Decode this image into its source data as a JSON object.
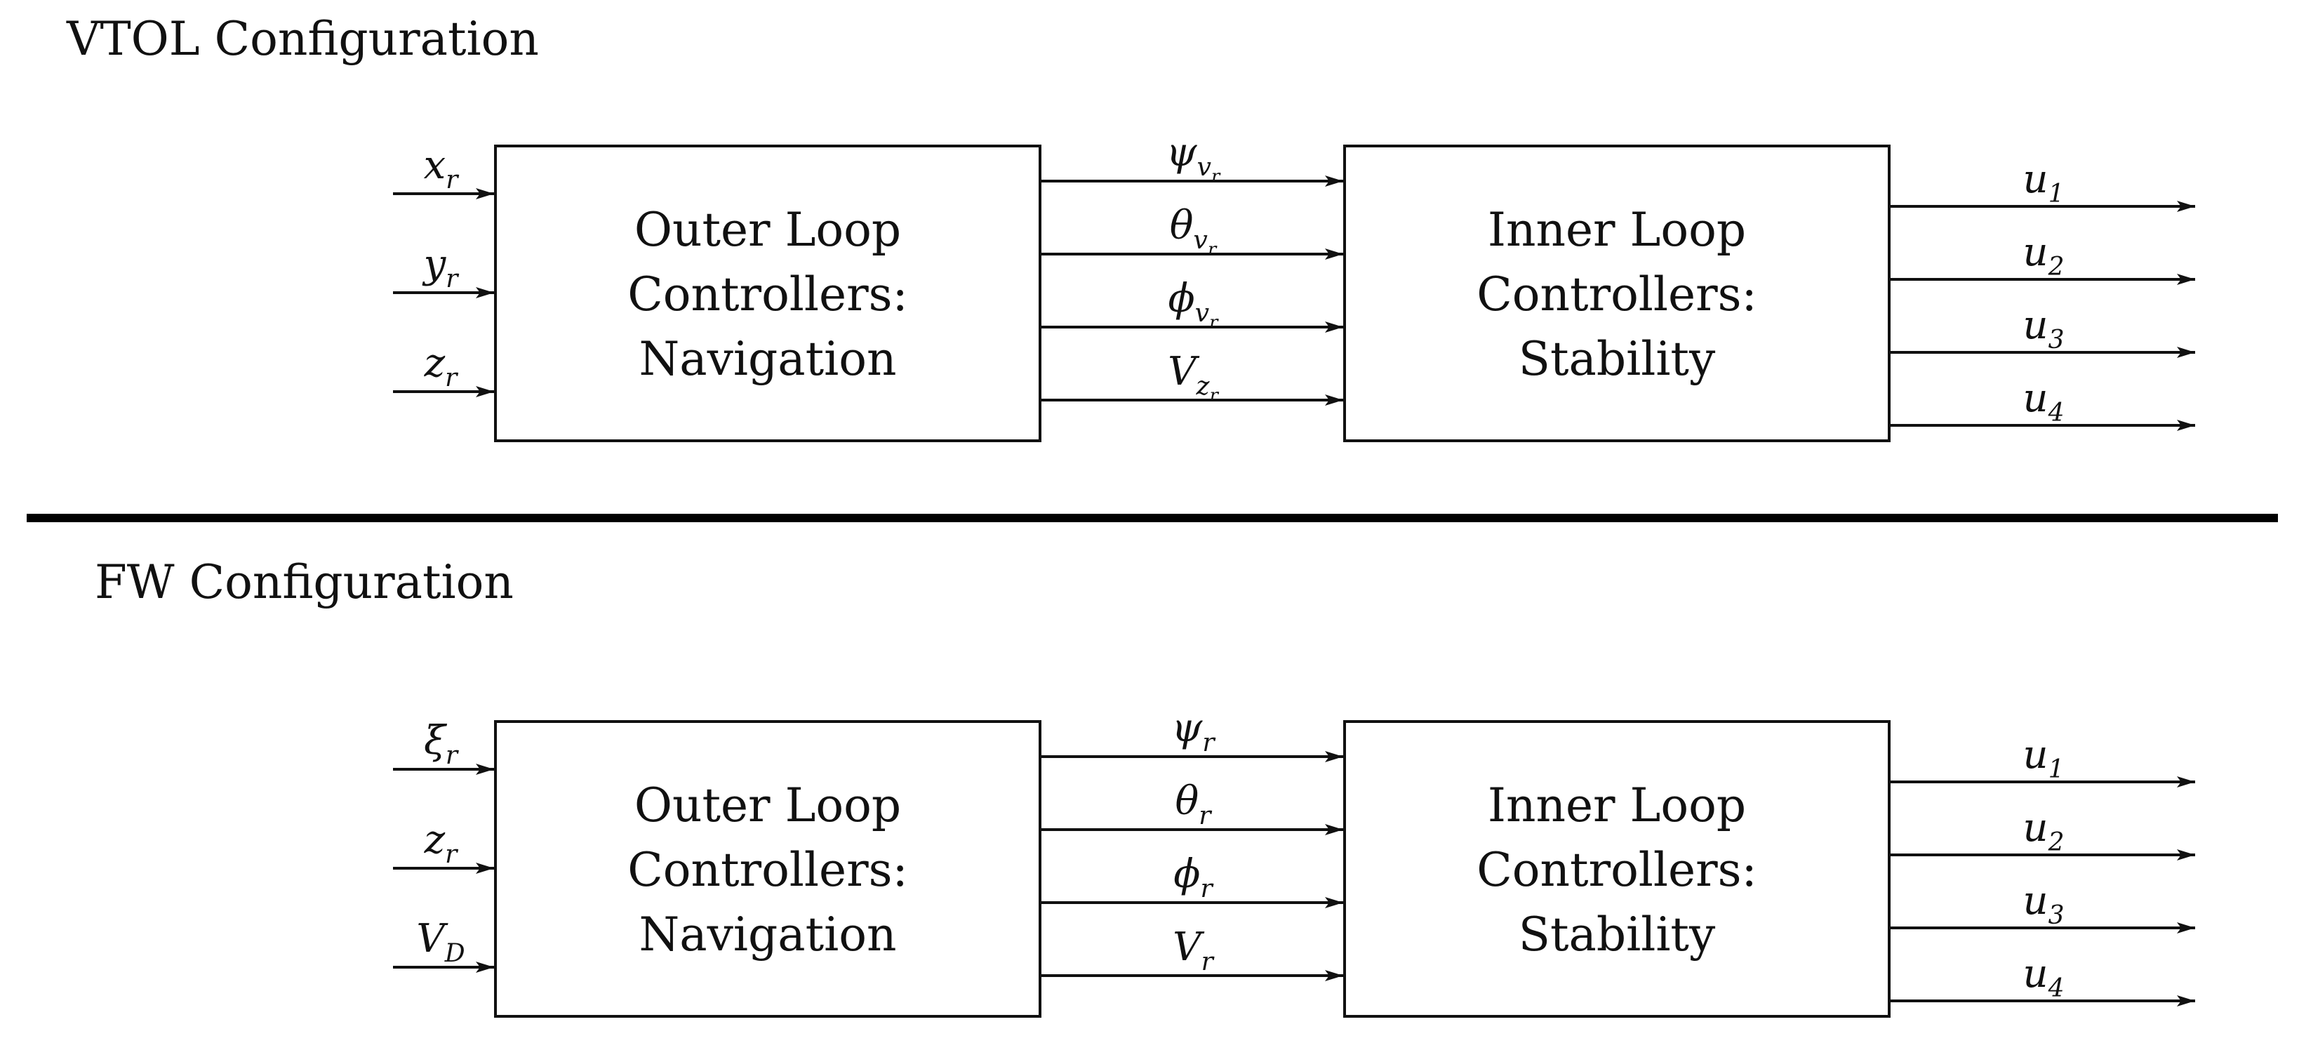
{
  "sections": [
    {
      "title": "VTOL Configuration",
      "outer_box": [
        "Outer Loop",
        "Controllers:",
        "Navigation"
      ],
      "inner_box": [
        "Inner Loop",
        "Controllers:",
        "Stability"
      ],
      "inputs": [
        {
          "base": "x",
          "sub": "r"
        },
        {
          "base": "y",
          "sub": "r"
        },
        {
          "base": "z",
          "sub": "r"
        }
      ],
      "middle": [
        {
          "base": "ψ",
          "sub": "v",
          "subsub": "r"
        },
        {
          "base": "θ",
          "sub": "v",
          "subsub": "r"
        },
        {
          "base": "ϕ",
          "sub": "v",
          "subsub": "r"
        },
        {
          "base": "V",
          "sub": "z",
          "subsub": "r"
        }
      ],
      "outputs": [
        {
          "base": "u",
          "sub": "1"
        },
        {
          "base": "u",
          "sub": "2"
        },
        {
          "base": "u",
          "sub": "3"
        },
        {
          "base": "u",
          "sub": "4"
        }
      ]
    },
    {
      "title": "FW Configuration",
      "outer_box": [
        "Outer Loop",
        "Controllers:",
        "Navigation"
      ],
      "inner_box": [
        "Inner Loop",
        "Controllers:",
        "Stability"
      ],
      "inputs": [
        {
          "base": "ξ",
          "sub": "r"
        },
        {
          "base": "z",
          "sub": "r"
        },
        {
          "base": "V",
          "sub": "D"
        }
      ],
      "middle": [
        {
          "base": "ψ",
          "sub": "r"
        },
        {
          "base": "θ",
          "sub": "r"
        },
        {
          "base": "ϕ",
          "sub": "r"
        },
        {
          "base": "V",
          "sub": "r"
        }
      ],
      "outputs": [
        {
          "base": "u",
          "sub": "1"
        },
        {
          "base": "u",
          "sub": "2"
        },
        {
          "base": "u",
          "sub": "3"
        },
        {
          "base": "u",
          "sub": "4"
        }
      ]
    }
  ]
}
